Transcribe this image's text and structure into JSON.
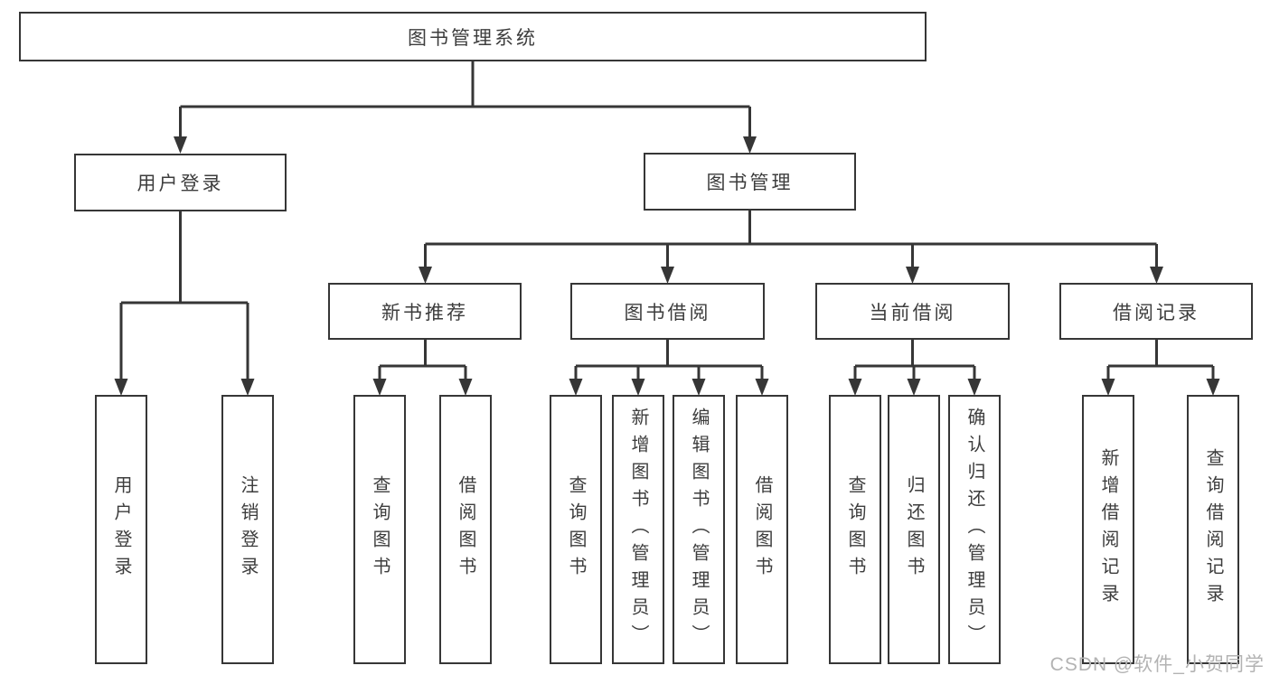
{
  "colors": {
    "background": "#ffffff",
    "line": "#363636",
    "text": "#3d3d3d",
    "watermark": "#b3b3b3"
  },
  "nodes": {
    "root": {
      "label": "图书管理系统"
    },
    "user_login": {
      "label": "用户登录"
    },
    "book_management": {
      "label": "图书管理"
    },
    "login": {
      "label": "用户登录"
    },
    "logout": {
      "label": "注销登录"
    },
    "new_book_recommend": {
      "label": "新书推荐"
    },
    "book_borrowing": {
      "label": "图书借阅"
    },
    "current_borrowing": {
      "label": "当前借阅"
    },
    "borrowing_records": {
      "label": "借阅记录"
    },
    "nb_query_books": {
      "label": "查询图书"
    },
    "nb_borrow_books": {
      "label": "借阅图书"
    },
    "bb_query_books": {
      "label": "查询图书"
    },
    "bb_add_books": {
      "label": "新增图书（管理员）"
    },
    "bb_edit_books": {
      "label": "编辑图书（管理员）"
    },
    "bb_borrow_books": {
      "label": "借阅图书"
    },
    "cb_query_books": {
      "label": "查询图书"
    },
    "cb_return_books": {
      "label": "归还图书"
    },
    "cb_confirm_return": {
      "label": "确认归还（管理员）"
    },
    "br_add_record": {
      "label": "新增借阅记录"
    },
    "br_query_record": {
      "label": "查询借阅记录"
    }
  },
  "watermark": {
    "text": "CSDN @软件_小贺同学"
  }
}
